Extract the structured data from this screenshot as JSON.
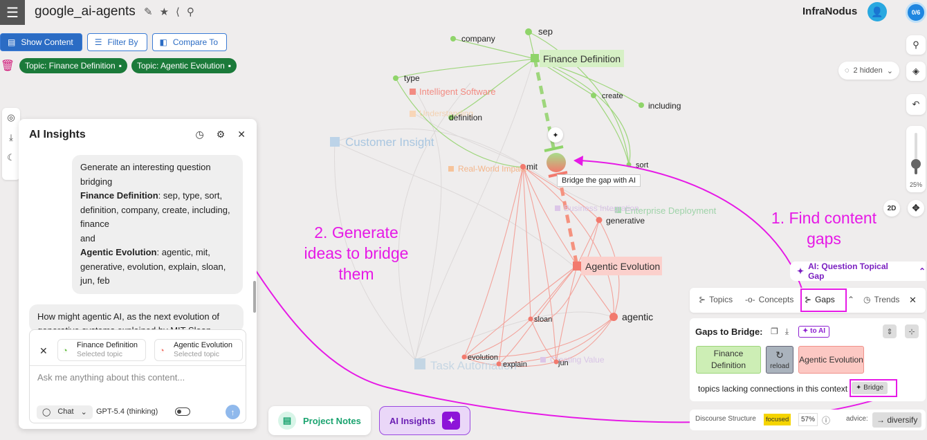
{
  "header": {
    "menu_icon": "hamburger-icon",
    "title": "google_ai-agents",
    "brand": "InfraNodus",
    "counter": "0/6"
  },
  "toolbar": {
    "show_content": "Show Content",
    "filter_by": "Filter By",
    "compare_to": "Compare To"
  },
  "filter_chips": [
    {
      "label": "Topic: Finance Definition"
    },
    {
      "label": "Topic: Agentic Evolution"
    }
  ],
  "graph": {
    "finance_label": "Finance Definition",
    "agentic_label": "Agentic Evolution",
    "nodes": [
      "sep",
      "company",
      "type",
      "definition",
      "create",
      "including",
      "sort",
      "mit",
      "generative",
      "agentic",
      "sloan",
      "evolution",
      "explain",
      "jun"
    ],
    "faded_labels": [
      "Intelligent Software",
      "Customer Insight",
      "Real-World Impact",
      "Enterprise Deployment",
      "Business Integration",
      "Task Automation",
      "Creating Value",
      "Understanding"
    ],
    "tooltip": "Bridge the gap with AI"
  },
  "ai_panel": {
    "title": "AI Insights",
    "user_message": {
      "intro": "Generate an interesting question bridging",
      "topic1_name": "Finance Definition",
      "topic1_terms": ": sep, type, sort, definition, company, create, including, finance",
      "joiner": "and",
      "topic2_name": "Agentic Evolution",
      "topic2_terms": ": agentic, mit, generative, evolution, explain, sloan, jun, feb"
    },
    "ai_message": "How might agentic AI, as the next evolution of generative systems explained by MIT Sloan",
    "selected_topics": [
      {
        "title": "Finance Definition",
        "subtitle": "Selected topic"
      },
      {
        "title": "Agentic Evolution",
        "subtitle": "Selected topic"
      }
    ],
    "input_placeholder": "Ask me anything about this content...",
    "mode": "Chat",
    "model": "GPT-5.4 (thinking)"
  },
  "bottom_bar": {
    "project_notes": "Project Notes",
    "ai_insights": "AI Insights"
  },
  "right_controls": {
    "hidden_count": "2 hidden",
    "zoom": "25%",
    "zoom_level": 0.25,
    "view_2d": "2D"
  },
  "gaps_section": {
    "question_header": "AI: Question Topical Gap",
    "tabs": [
      "Topics",
      "Concepts",
      "Gaps",
      "Trends"
    ],
    "title": "Gaps to Bridge:",
    "to_ai": "to AI",
    "topic_a": "Finance Definition",
    "topic_b": "Agentic Evolution",
    "reload": "reload",
    "description": "topics lacking connections in this context",
    "bridge": "Bridge"
  },
  "discourse": {
    "label": "Discourse Structure",
    "state": "focused",
    "percent": "57%",
    "advice_label": "advice:",
    "advice": "diversify"
  },
  "annotations": {
    "step1": "1. Find content gaps",
    "step2": "2. Generate ideas to bridge them"
  },
  "colors": {
    "accent_blue": "#2b6cc4",
    "topic_green": "#1b7a3a",
    "annotation_magenta": "#e619e6",
    "finance_green": "#8fd46a",
    "agentic_red": "#f27a6e"
  }
}
